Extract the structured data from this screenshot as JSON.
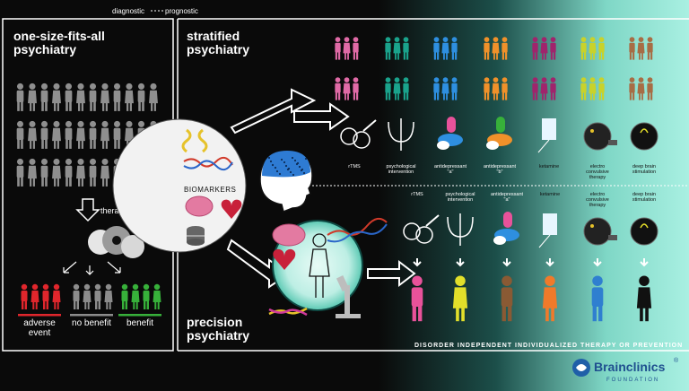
{
  "top_axis": {
    "left": "diagnostic",
    "right": "prognostic"
  },
  "left_panel": {
    "title_line1": "one-size-fits-all",
    "title_line2": "psychiatry",
    "therapy_label": "therapy",
    "outcomes": [
      {
        "label_line1": "adverse",
        "label_line2": "event",
        "color": "#e0262c"
      },
      {
        "label_line1": "no benefit",
        "label_line2": "",
        "color": "#8c8c8c"
      },
      {
        "label_line1": "benefit",
        "label_line2": "",
        "color": "#37b03a"
      }
    ]
  },
  "stratified": {
    "title_line1": "stratified",
    "title_line2": "psychiatry",
    "group_colors": [
      "#e06aa6",
      "#1aa38c",
      "#2e8fe0",
      "#f0912a",
      "#a0246c",
      "#c9d22a",
      "#a76d45"
    ],
    "treatments": [
      {
        "line1": "rTMS",
        "line2": ""
      },
      {
        "line1": "psychological",
        "line2": "intervention"
      },
      {
        "line1": "antidepressant",
        "line2": "\"a\""
      },
      {
        "line1": "antidepressant",
        "line2": "\"b\""
      },
      {
        "line1": "ketamine",
        "line2": ""
      },
      {
        "line1": "electro",
        "line2": "convulsive",
        "line3": "therapy"
      },
      {
        "line1": "deep brain",
        "line2": "stimulation"
      }
    ]
  },
  "biomarkers_label": "BIOMARKERS",
  "precision": {
    "title_line1": "precision",
    "title_line2": "psychiatry",
    "treatments": [
      {
        "line1": "rTMS",
        "line2": ""
      },
      {
        "line1": "psychological",
        "line2": "intervention"
      },
      {
        "line1": "antidepressant",
        "line2": "\"a\""
      },
      {
        "line1": "ketamine",
        "line2": ""
      },
      {
        "line1": "electro",
        "line2": "convulsive",
        "line3": "therapy"
      },
      {
        "line1": "deep brain",
        "line2": "stimulation"
      }
    ],
    "person_colors": [
      "#e8529a",
      "#e2df2a",
      "#8a5a34",
      "#f07a2a",
      "#2f7fd0",
      "#111111"
    ],
    "footer": "DISORDER INDEPENDENT INDIVIDUALIZED THERAPY OR PREVENTION"
  },
  "logo": {
    "name": "Brainclinics",
    "registered": "®",
    "sub": "FOUNDATION"
  }
}
